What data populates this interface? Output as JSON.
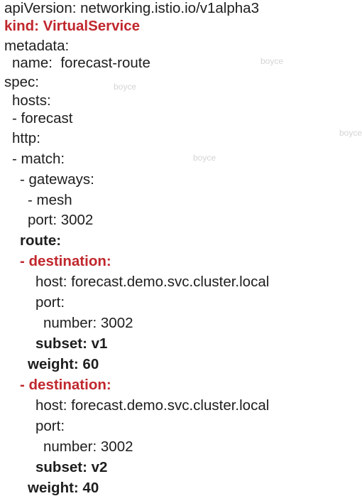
{
  "lines": [
    "apiVersion: networking.istio.io/v1alpha3",
    "kind: VirtualService",
    "metadata:",
    "name:  forecast-route",
    "spec:",
    "hosts:",
    "- forecast",
    "http:",
    "- match:",
    "- gateways:",
    "- mesh",
    "port: 3002",
    "route:",
    "- destination:",
    "host: forecast.demo.svc.cluster.local",
    "port:",
    "number: 3002",
    "subset: v1",
    "weight: 60",
    "- destination:",
    "host: forecast.demo.svc.cluster.local",
    "port:",
    "number: 3002",
    "subset: v2",
    "weight: 40"
  ],
  "watermark": "boyce",
  "colors": {
    "text": "#1e1e1e",
    "highlight": "#c0272d",
    "background": "#ffffff"
  }
}
